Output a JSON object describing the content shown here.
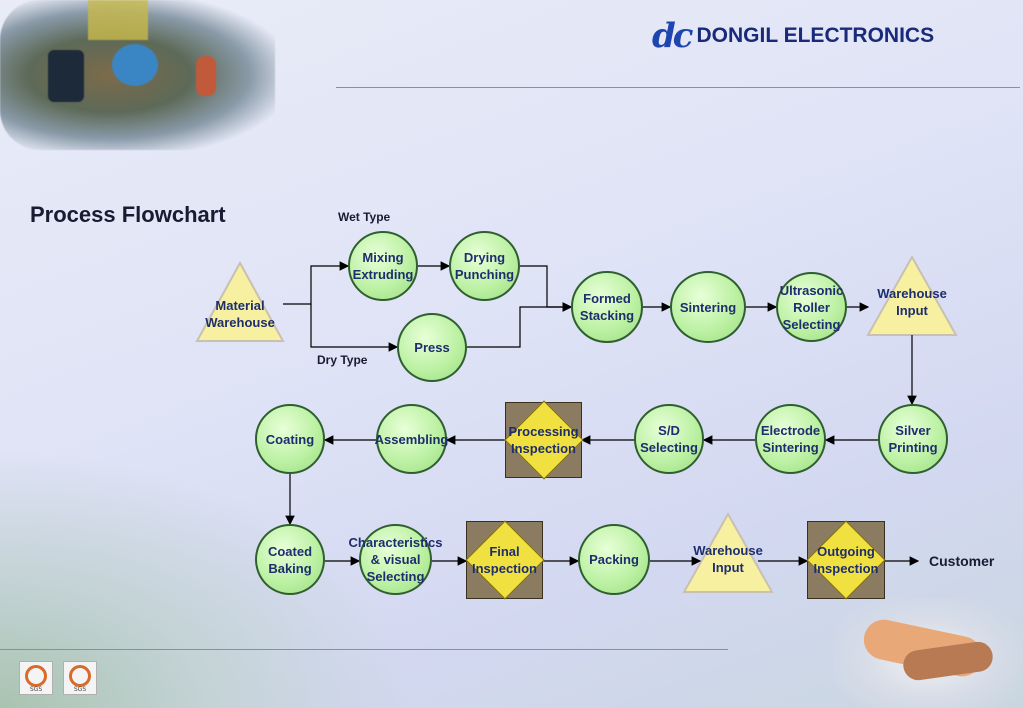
{
  "company": {
    "name": "DONGIL ELECTRONICS",
    "logo_mark": "dc"
  },
  "page_title": "Process Flowchart",
  "labels": {
    "wet_type": "Wet Type",
    "dry_type": "Dry Type",
    "customer": "Customer"
  },
  "nodes": {
    "material_warehouse": "Material\nWarehouse",
    "mixing_extruding": "Mixing\nExtruding",
    "drying_punching": "Drying\nPunching",
    "press": "Press",
    "formed_stacking": "Formed\nStacking",
    "sintering": "Sintering",
    "ultrasonic_roller_selecting": "Ultrasonic\nRoller\nSelecting",
    "warehouse_input_1": "Warehouse\nInput",
    "silver_printing": "Silver\nPrinting",
    "electrode_sintering": "Electrode\nSintering",
    "sd_selecting": "S/D\nSelecting",
    "processing_inspection": "Processing\nInspection",
    "assembling": "Assembling",
    "coating": "Coating",
    "coated_baking": "Coated\nBaking",
    "characteristics_visual_selecting": "Characteristics\n& visual\nSelecting",
    "final_inspection": "Final\nInspection",
    "packing": "Packing",
    "warehouse_input_2": "Warehouse\nInput",
    "outgoing_inspection": "Outgoing\nInspection"
  },
  "certifications": [
    "SGS",
    "SGS"
  ],
  "colors": {
    "circle_fill": "#b9f0a0",
    "triangle_fill": "#f6f0a0",
    "inspection_box": "#8b7b60",
    "inspection_diamond": "#f0e040",
    "brand_blue": "#1e45b0"
  }
}
